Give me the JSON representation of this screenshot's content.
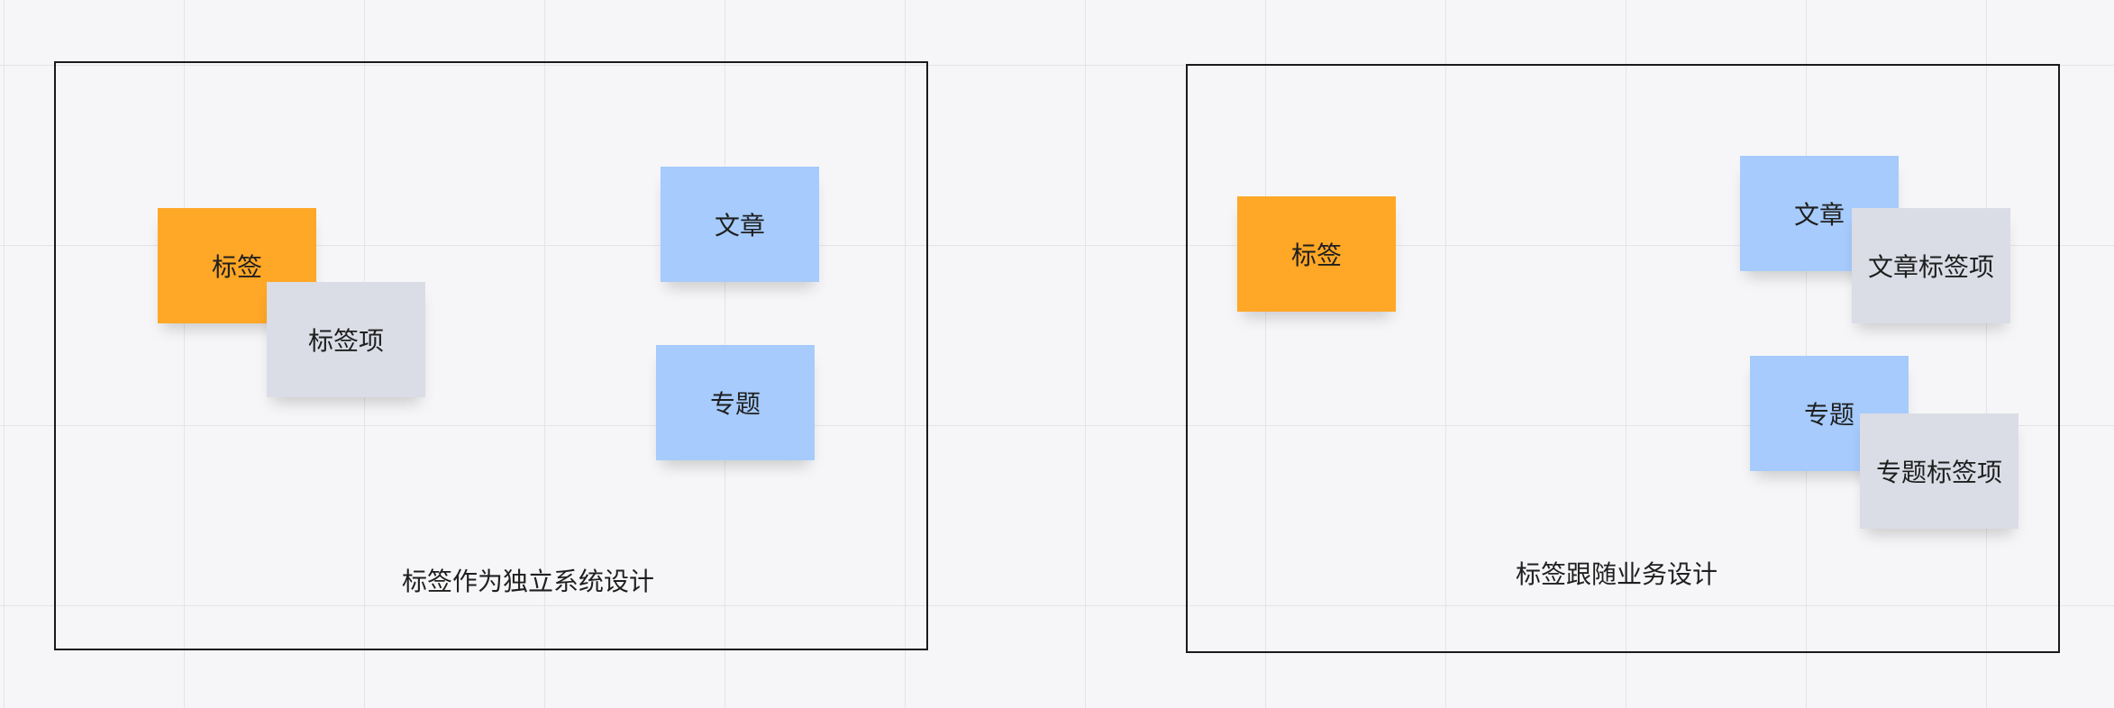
{
  "left_panel": {
    "tag": "标签",
    "tag_item": "标签项",
    "article": "文章",
    "topic": "专题",
    "caption": "标签作为独立系统设计"
  },
  "right_panel": {
    "tag": "标签",
    "article": "文章",
    "article_tag_item": "文章标签项",
    "topic": "专题",
    "topic_tag_item": "专题标签项",
    "caption": "标签跟随业务设计"
  },
  "colors": {
    "tag": "#ffa726",
    "entity": "#a6cbfc",
    "tag_item": "#dadde6",
    "frame_border": "#1a1a1a",
    "canvas": "#f6f6f8"
  }
}
